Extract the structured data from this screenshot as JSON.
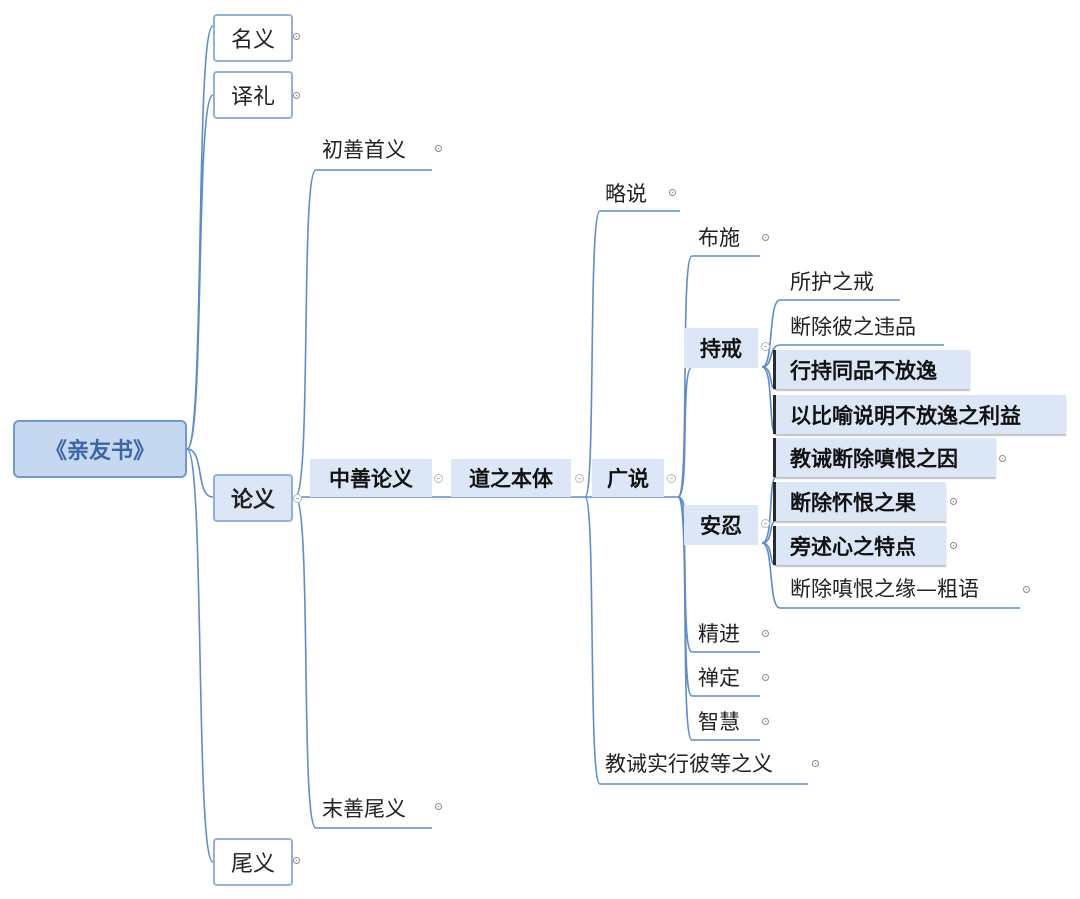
{
  "root": "《亲友书》",
  "level1": {
    "mingyi": "名义",
    "yili": "译礼",
    "lunyi": "论义",
    "weiyi": "尾义"
  },
  "lunyi_children": {
    "chushan": "初善首义",
    "zhongshan": "中善论义",
    "moshan": "末善尾义"
  },
  "zhongshan_child": "道之本体",
  "daozhi_children": {
    "lueshuo": "略说",
    "guangshuo": "广说",
    "jiaojie": "教诫实行彼等之义"
  },
  "guangshuo_children": {
    "bushi": "布施",
    "chijie": "持戒",
    "anren": "安忍",
    "jingjin": "精进",
    "chanding": "禅定",
    "zhihui": "智慧"
  },
  "chijie_children": [
    "所护之戒",
    "断除彼之违品",
    "行持同品不放逸",
    "以比喻说明不放逸之利益"
  ],
  "anren_children": [
    "教诫断除嗔恨之因",
    "断除怀恨之果",
    "旁述心之特点",
    "断除嗔恨之缘—粗语"
  ],
  "colors": {
    "line": "#5b8ccc",
    "highlight": "#dbe7f6",
    "root_fill": "#c5d8ef",
    "root_text": "#3a66a6"
  }
}
